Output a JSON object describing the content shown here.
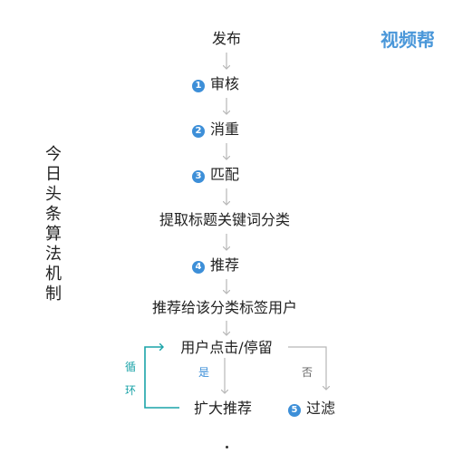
{
  "logo_text": "视频帮",
  "title": "今日头条算法机制",
  "steps": {
    "publish": "发布",
    "review": {
      "num": "1",
      "label": "审核"
    },
    "dedup": {
      "num": "2",
      "label": "消重"
    },
    "match": {
      "num": "3",
      "label": "匹配"
    },
    "extract": "提取标题关键词分类",
    "recommend": {
      "num": "4",
      "label": "推荐"
    },
    "push": "推荐给该分类标签用户",
    "user_action": "用户点击/停留",
    "expand": "扩大推荐",
    "filter": {
      "num": "5",
      "label": "过滤"
    }
  },
  "branches": {
    "yes": "是",
    "no": "否",
    "loop": [
      "循",
      "环"
    ]
  },
  "colors": {
    "arrow": "#b8b8b8",
    "badge": "#3d8fd8",
    "loop": "#1aa3a8",
    "yes_label": "#3d8fd8",
    "no_label": "#666666"
  }
}
